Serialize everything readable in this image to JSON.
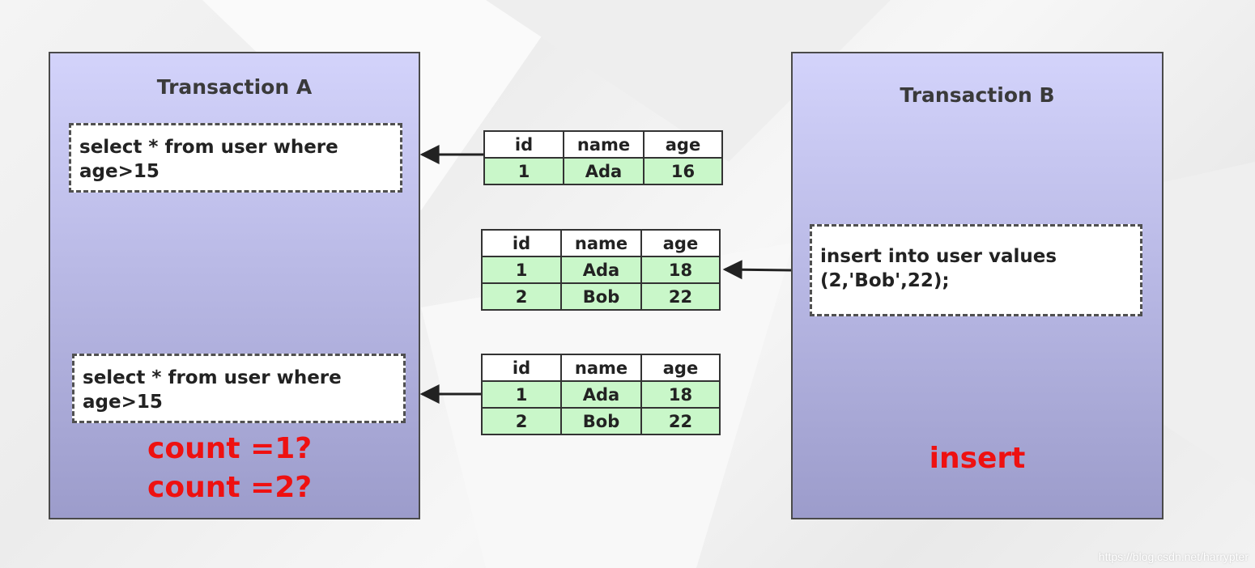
{
  "transaction_a": {
    "title": "Transaction A",
    "query1": [
      "select * from user where",
      "age>15"
    ],
    "query2": [
      "select * from user where",
      "age>15"
    ],
    "count_line1": "count =1?",
    "count_line2": "count =2?"
  },
  "transaction_b": {
    "title": "Transaction B",
    "statement": [
      "insert into user values",
      "(2,'Bob',22);"
    ],
    "label": "insert"
  },
  "tables": [
    {
      "headers": [
        "id",
        "name",
        "age"
      ],
      "rows": [
        [
          "1",
          "Ada",
          "16"
        ]
      ]
    },
    {
      "headers": [
        "id",
        "name",
        "age"
      ],
      "rows": [
        [
          "1",
          "Ada",
          "18"
        ],
        [
          "2",
          "Bob",
          "22"
        ]
      ]
    },
    {
      "headers": [
        "id",
        "name",
        "age"
      ],
      "rows": [
        [
          "1",
          "Ada",
          "18"
        ],
        [
          "2",
          "Bob",
          "22"
        ]
      ]
    }
  ],
  "watermark": "https://blog.csdn.net/harrypter",
  "colors": {
    "row_fill": "#c9f7c9",
    "highlight_text": "#ee1111",
    "panel_top": "#d3d3fb",
    "panel_bottom": "#9c9ccb"
  }
}
